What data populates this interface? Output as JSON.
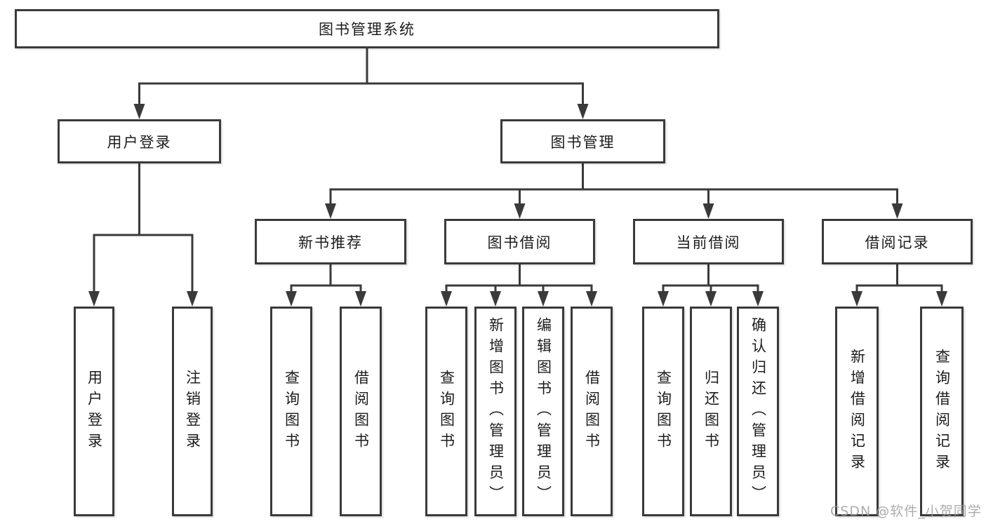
{
  "tree": {
    "root": {
      "label": "图书管理系统",
      "children": [
        {
          "label": "用户登录",
          "children": [
            {
              "label": "用户登录"
            },
            {
              "label": "注销登录"
            }
          ]
        },
        {
          "label": "图书管理",
          "children": [
            {
              "label": "新书推荐",
              "children": [
                {
                  "label": "查询图书"
                },
                {
                  "label": "借阅图书"
                }
              ]
            },
            {
              "label": "图书借阅",
              "children": [
                {
                  "label": "查询图书"
                },
                {
                  "label": "新增图书（管理员）"
                },
                {
                  "label": "编辑图书（管理员）"
                },
                {
                  "label": "借阅图书"
                }
              ]
            },
            {
              "label": "当前借阅",
              "children": [
                {
                  "label": "查询图书"
                },
                {
                  "label": "归还图书"
                },
                {
                  "label": "确认归还（管理员）"
                }
              ]
            },
            {
              "label": "借阅记录",
              "children": [
                {
                  "label": "新增借阅记录"
                },
                {
                  "label": "查询借阅记录"
                }
              ]
            }
          ]
        }
      ]
    }
  },
  "watermark": {
    "text": "CSDN @软件_小贺同学"
  },
  "colors": {
    "line": "#3a3a3a",
    "box_border": "#3a3a3a",
    "text": "#1c1c1c",
    "watermark": "#9e9e9e",
    "background": "#ffffff"
  }
}
